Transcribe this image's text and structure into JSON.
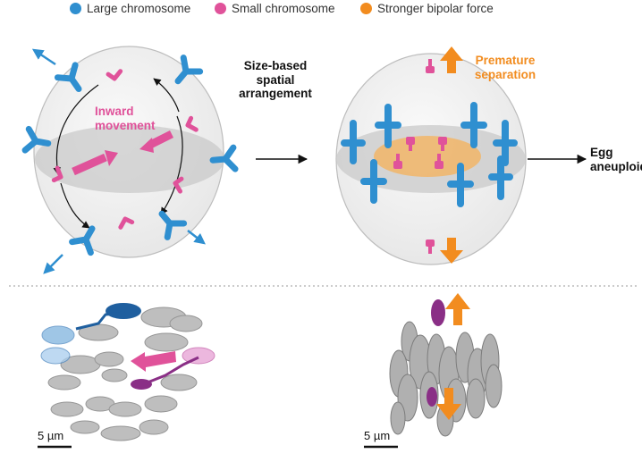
{
  "legend": [
    {
      "label": "Large chromosome",
      "color": "#2f8fd0"
    },
    {
      "label": "Small chromosome",
      "color": "#e0529a"
    },
    {
      "label": "Stronger bipolar force",
      "color": "#f28c1f"
    }
  ],
  "labels": {
    "inward_movement": "Inward movement",
    "size_based": "Size-based spatial arrangement",
    "premature_separation": "Premature separation",
    "egg_aneuploidy": "Egg aneuploidy"
  },
  "scale_bars": {
    "left": "5 µm",
    "right": "5 µm"
  },
  "colors": {
    "large": "#2f8fd0",
    "small": "#e0529a",
    "force": "#f28c1f",
    "cell_fill": "#f1f1f1",
    "plate": "#c9c9c9",
    "dark_blue": "#1f5f9f",
    "purple": "#8a2f86"
  }
}
